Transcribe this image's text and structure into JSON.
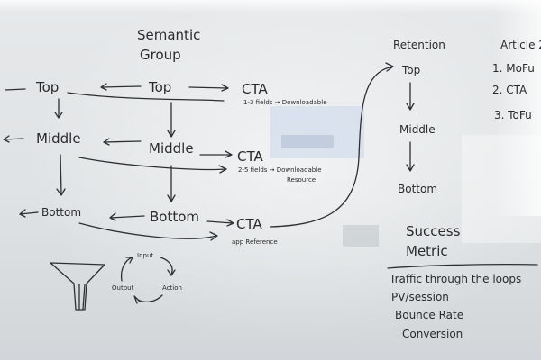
{
  "heading": {
    "line1": "Semantic",
    "line2": "Group"
  },
  "left_column": {
    "top": "Top",
    "middle": "Middle",
    "bottom": "Bottom"
  },
  "semantic_group": {
    "top": "Top",
    "middle": "Middle",
    "bottom": "Bottom"
  },
  "cta": {
    "top": {
      "label": "CTA",
      "note": "1-3 fields → Downloadable"
    },
    "middle": {
      "label": "CTA",
      "note_line1": "2-5 fields → Downloadable",
      "note_line2": "Resource"
    },
    "bottom": {
      "label": "CTA",
      "note": "app Reference"
    }
  },
  "retention": {
    "title": "Retention",
    "top": "Top",
    "middle": "Middle",
    "bottom": "Bottom"
  },
  "article": {
    "title": "Article 2",
    "items": [
      "1. MoFu",
      "2. CTA",
      "3. ToFu"
    ]
  },
  "cycle": {
    "input": "Input",
    "action": "Action",
    "output": "Output"
  },
  "success": {
    "title_line1": "Success",
    "title_line2": "Metric",
    "items": [
      "Traffic through the loops",
      "PV/session",
      "Bounce Rate",
      "Conversion"
    ]
  },
  "colors": {
    "ink": "#2b2b2e",
    "board": "#e3e5e7"
  }
}
